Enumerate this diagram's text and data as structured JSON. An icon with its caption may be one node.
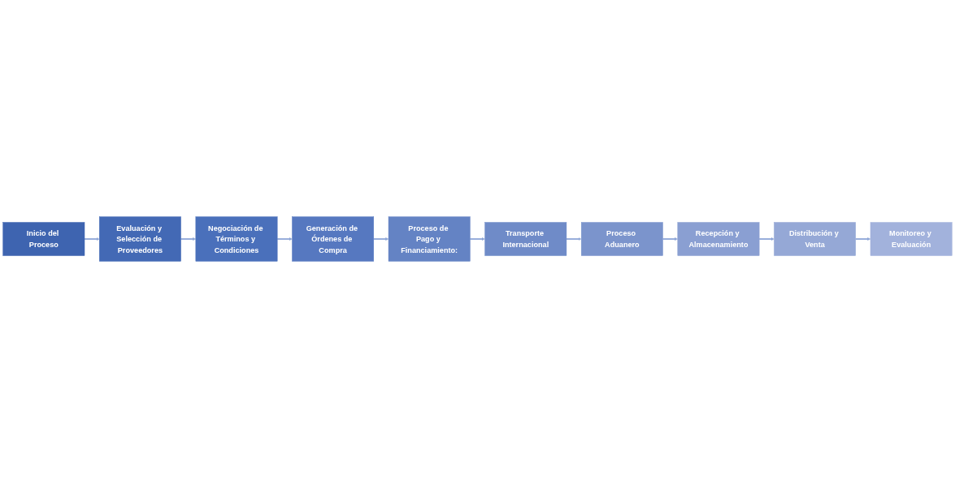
{
  "diagram": {
    "nodes": [
      {
        "text": [
          "Inicio del Proceso"
        ]
      },
      {
        "text": [
          "Evaluación y Selección de Proveedores"
        ]
      },
      {
        "text": [
          "Negociación de Términos y Condiciones"
        ]
      },
      {
        "text": [
          "Generación de Órdenes de Compra"
        ]
      },
      {
        "text": [
          "Proceso de Pago y Financiamiento:"
        ]
      },
      {
        "text": [
          "Transporte Internacional"
        ]
      },
      {
        "text": [
          "Proceso Aduanero"
        ]
      },
      {
        "text": [
          "Recepción y Almacenamiento"
        ]
      },
      {
        "text": [
          "Distribución y Venta"
        ]
      },
      {
        "text": [
          "Monitoreo y Evaluación"
        ]
      }
    ],
    "edges": [
      {
        "from": 0,
        "to": 1,
        "arrow": "to"
      },
      {
        "from": 1,
        "to": 2,
        "arrow": "to"
      },
      {
        "from": 2,
        "to": 3,
        "arrow": "to"
      },
      {
        "from": 3,
        "to": 4,
        "arrow": "to"
      },
      {
        "from": 4,
        "to": 5,
        "arrow": "to"
      },
      {
        "from": 5,
        "to": 6,
        "arrow": "to"
      },
      {
        "from": 6,
        "to": 7,
        "arrow": "to"
      },
      {
        "from": 7,
        "to": 8,
        "arrow": "to"
      },
      {
        "from": 8,
        "to": 9,
        "arrow": "to"
      }
    ]
  }
}
